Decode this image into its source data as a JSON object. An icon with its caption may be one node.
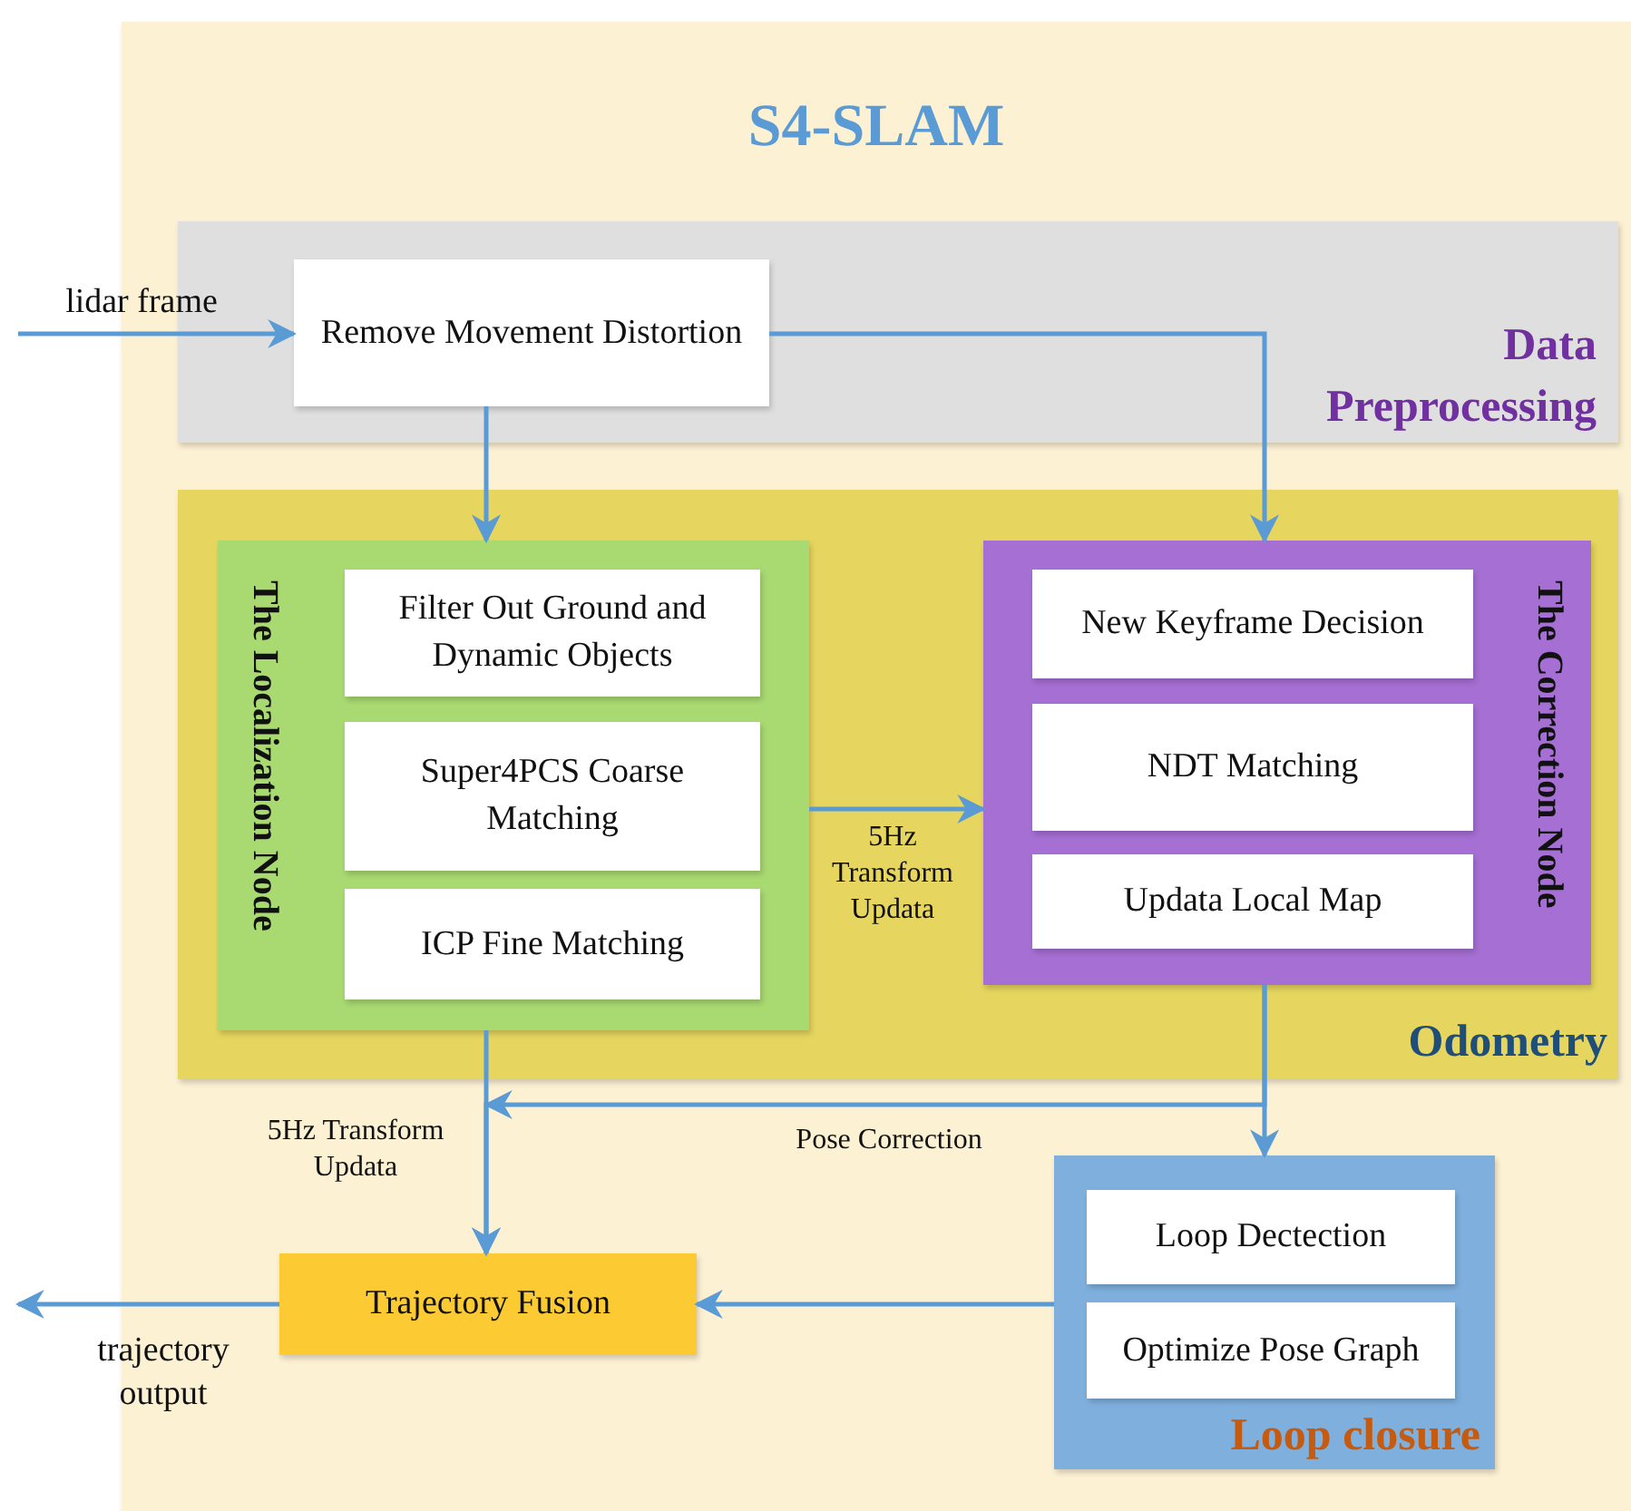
{
  "diagram": {
    "title": "S4-SLAM",
    "nodes": [
      {
        "text": [],
        "shape": "box"
      },
      {
        "text": [
          "Data Preprocessing"
        ],
        "in": 0
      },
      {
        "text": [
          "Remove Movement Distortion"
        ],
        "in": 1
      },
      {
        "text": [
          "Odometry"
        ],
        "in": 0
      },
      {
        "text": [
          "The Localization Node"
        ],
        "in": 3
      },
      {
        "text": [
          "Filter Out Ground and Dynamic Objects"
        ],
        "in": 4
      },
      {
        "text": [
          "Super4PCS Coarse Matching"
        ],
        "in": 4
      },
      {
        "text": [
          "ICP Fine Matching"
        ],
        "in": 4
      },
      {
        "text": [
          "The Correction Node"
        ],
        "in": 3
      },
      {
        "text": [
          "New Keyframe Decision"
        ],
        "in": 8
      },
      {
        "text": [
          "NDT Matching"
        ],
        "in": 8
      },
      {
        "text": [
          "Updata Local Map"
        ],
        "in": 8
      },
      {
        "text": [
          "Loop closure"
        ],
        "in": 0
      },
      {
        "text": [
          "Loop Dectection"
        ],
        "in": 12
      },
      {
        "text": [
          "Optimize Pose Graph"
        ],
        "in": 12
      },
      {
        "text": [
          "Trajectory Fusion"
        ],
        "in": 0
      }
    ],
    "edges": [
      {
        "from": null,
        "to": 2,
        "arrow": "to",
        "label": "lidar frame"
      },
      {
        "from": 2,
        "to": 4,
        "arrow": "to"
      },
      {
        "from": 2,
        "to": 8,
        "arrow": "to"
      },
      {
        "from": 4,
        "to": 8,
        "arrow": "to",
        "label": "5Hz Transform Updata"
      },
      {
        "from": 4,
        "to": 15,
        "arrow": "to",
        "label": "5Hz Transform Updata"
      },
      {
        "from": 8,
        "to": 12,
        "arrow": "to"
      },
      {
        "from": 8,
        "to": 15,
        "arrow": "to",
        "label": "Pose Correction"
      },
      {
        "from": 12,
        "to": 15,
        "arrow": "to"
      },
      {
        "from": 15,
        "to": null,
        "arrow": "to",
        "label": "trajectory output"
      }
    ]
  }
}
